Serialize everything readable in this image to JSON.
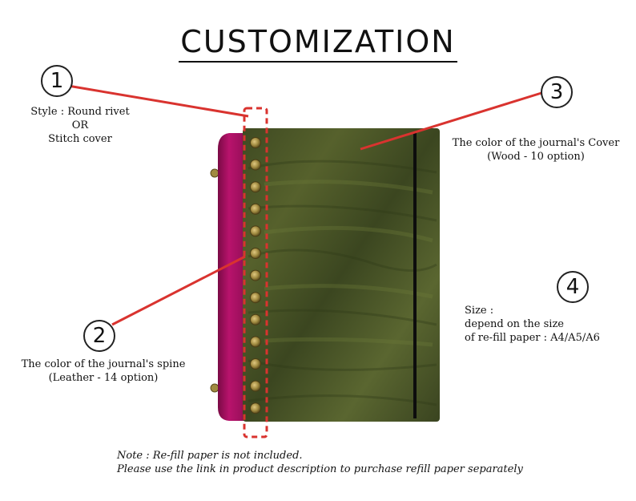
{
  "title": "CUSTOMIZATION",
  "callouts": [
    {
      "number": "1",
      "lines": [
        "Style : Round rivet",
        "OR",
        "Stitch cover"
      ]
    },
    {
      "number": "2",
      "lines": [
        "The color of the journal's spine",
        "(Leather - 14 option)"
      ]
    },
    {
      "number": "3",
      "lines": [
        "The color of the journal's Cover",
        "(Wood - 10 option)"
      ]
    },
    {
      "number": "4",
      "lines": [
        "Size :",
        "depend on the size",
        "of re-fill paper : A4/A5/A6"
      ]
    }
  ],
  "note": {
    "line1": "Note : Re-fill paper is not included.",
    "line2": "Please use the link in product description to purchase refill paper separately"
  },
  "colors": {
    "spine": "#a0105e",
    "cover": "#4a5527",
    "rivet": "#a08a40",
    "callout_line": "#d9332f",
    "elastic": "#0d0d0d"
  }
}
